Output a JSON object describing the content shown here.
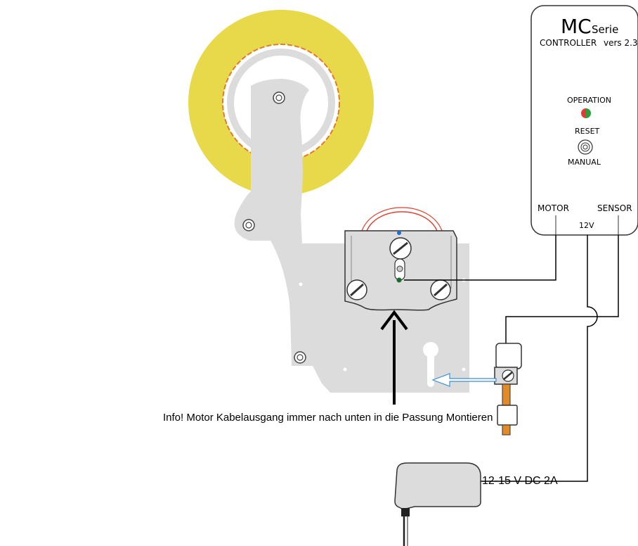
{
  "controller": {
    "brand": "MC",
    "series": "Serie",
    "model": "CONTROLLER",
    "version": "vers 2.3",
    "operation_label": "OPERATION",
    "reset_label": "RESET",
    "manual_label": "MANUAL",
    "motor_label": "MOTOR",
    "sensor_label": "SENSOR",
    "voltage_label": "12V",
    "led_colors": [
      "#e53935",
      "#2e9e3a"
    ]
  },
  "info_text": "Info! Motor Kabelausgang immer nach unten in die Passung Montieren",
  "power_supply_label": "12-15 V DC 2A",
  "colors": {
    "tape_roll": "#e8d94a",
    "frame": "#dcdcdc",
    "wire": "#000000",
    "arrow_blue": "#3b8fd6"
  }
}
